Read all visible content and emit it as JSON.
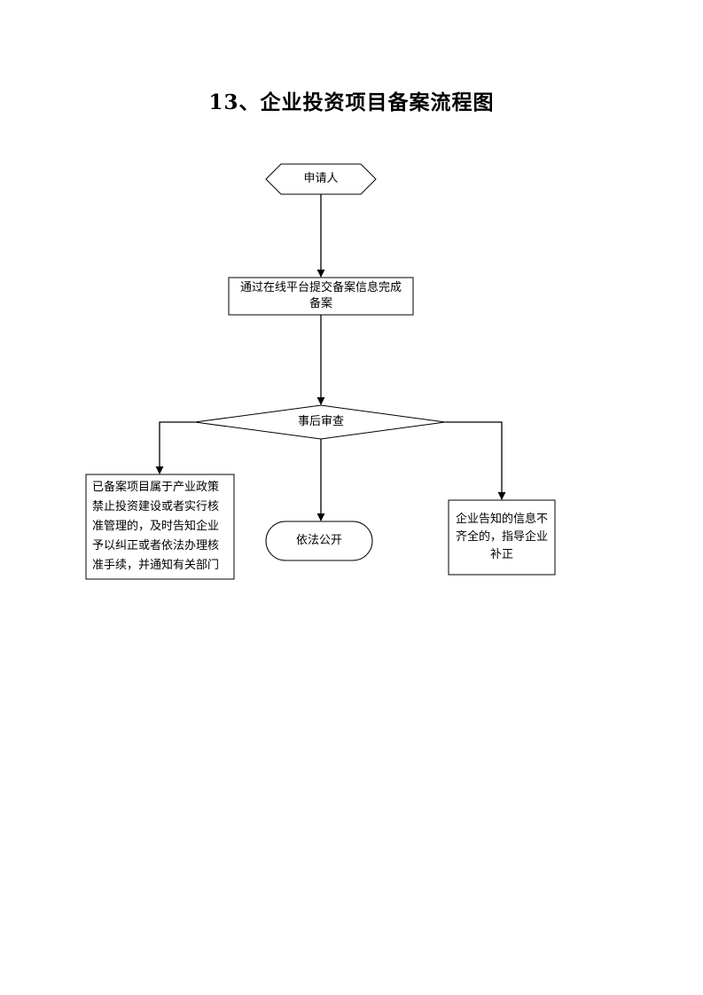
{
  "page": {
    "title": "13、企业投资项目备案流程图"
  },
  "flow": {
    "applicant": "申请人",
    "submit": "通过在线平台提交备案信息完成备案",
    "review": "事后审查",
    "left_outcome": "已备案项目属于产业政策禁止投资建设或者实行核准管理的，及时告知企业予以纠正或者依法办理核准手续，并通知有关部门",
    "center_outcome": "依法公开",
    "right_outcome": "企业告知的信息不齐全的，指导企业补正"
  }
}
